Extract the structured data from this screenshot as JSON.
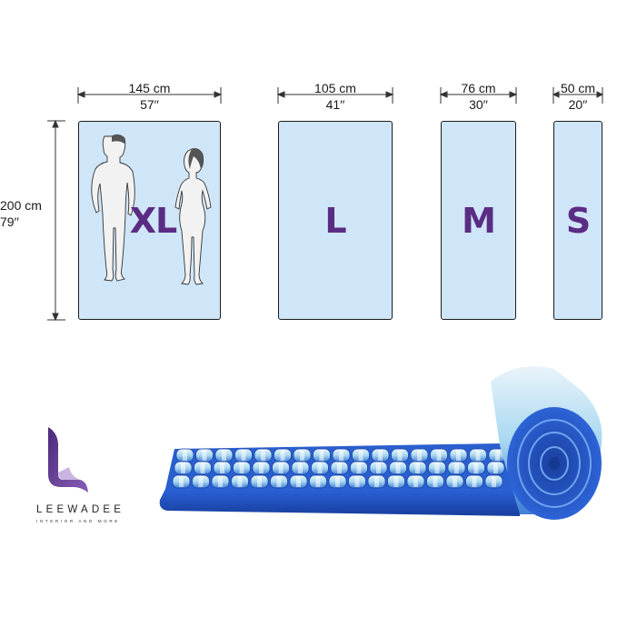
{
  "dimensions": {
    "height_cm": "200 cm",
    "height_in": "79′′",
    "widths": [
      {
        "cm": "145 cm",
        "in": "57′′"
      },
      {
        "cm": "105 cm",
        "in": "41′′"
      },
      {
        "cm": "76 cm",
        "in": "30′′"
      },
      {
        "cm": "50 cm",
        "in": "20′′"
      }
    ]
  },
  "sizes": [
    {
      "letter": "XL"
    },
    {
      "letter": "L"
    },
    {
      "letter": "M"
    },
    {
      "letter": "S"
    }
  ],
  "brand": {
    "name": "LEEWADEE",
    "tagline": "INTERIOR AND MORE"
  },
  "colors": {
    "box_fill": "#cfe6f9",
    "letter": "#5b2c83",
    "logo_purple": "#6c3f9a",
    "mat_blue": "#1f4fc4",
    "mat_light": "#9fd3ef"
  }
}
